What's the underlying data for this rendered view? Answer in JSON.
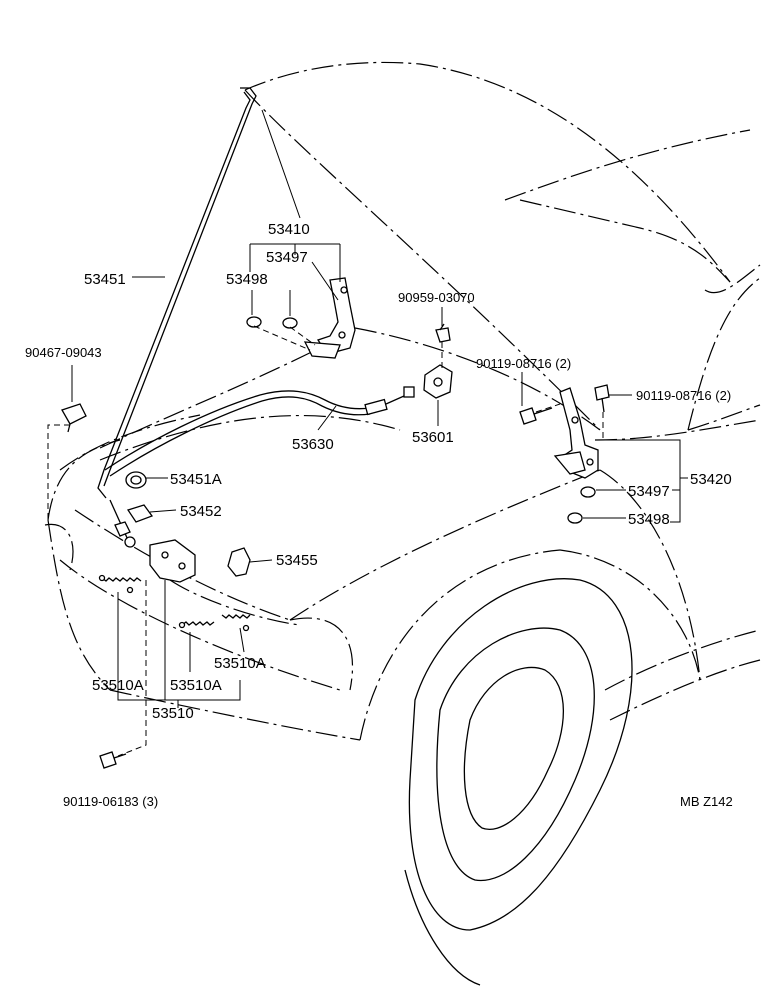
{
  "labels": {
    "p53410": "53410",
    "p53497_l": "53497",
    "p53498_l": "53498",
    "p53451": "53451",
    "p90467": "90467-09043",
    "p90959": "90959-03070",
    "p90119_08716_a": "90119-08716 (2)",
    "p90119_08716_b": "90119-08716 (2)",
    "p53630": "53630",
    "p53601": "53601",
    "p53451A": "53451A",
    "p53452": "53452",
    "p53455": "53455",
    "p53497_r": "53497",
    "p53498_r": "53498",
    "p53420": "53420",
    "p53510A_r": "53510A",
    "p53510A_l": "53510A",
    "p53510A_m": "53510A",
    "p53510": "53510",
    "p90119_06183": "90119-06183 (3)",
    "ref": "MB Z142"
  }
}
